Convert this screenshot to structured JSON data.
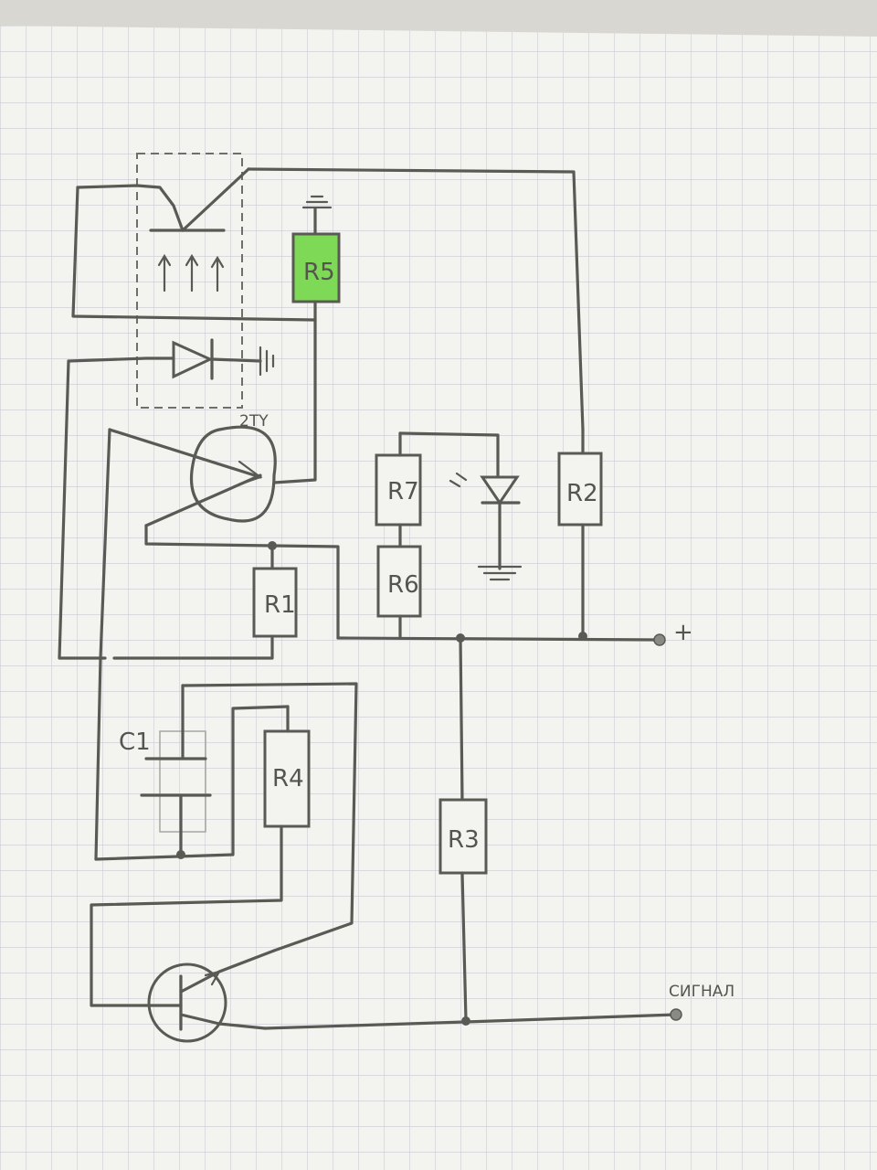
{
  "labels": {
    "r1": "R1",
    "r2": "R2",
    "r3": "R3",
    "r4": "R4",
    "r5": "R5",
    "r6": "R6",
    "r7": "R7",
    "c1": "C1",
    "lamp": "2TY",
    "plus": "+",
    "signal": "CИГНАЛ"
  },
  "colors": {
    "paper": "#f3f3ef",
    "grid": "#c9ccd2",
    "ink": "#5a5a55",
    "r5_highlight": "#7ed957"
  }
}
